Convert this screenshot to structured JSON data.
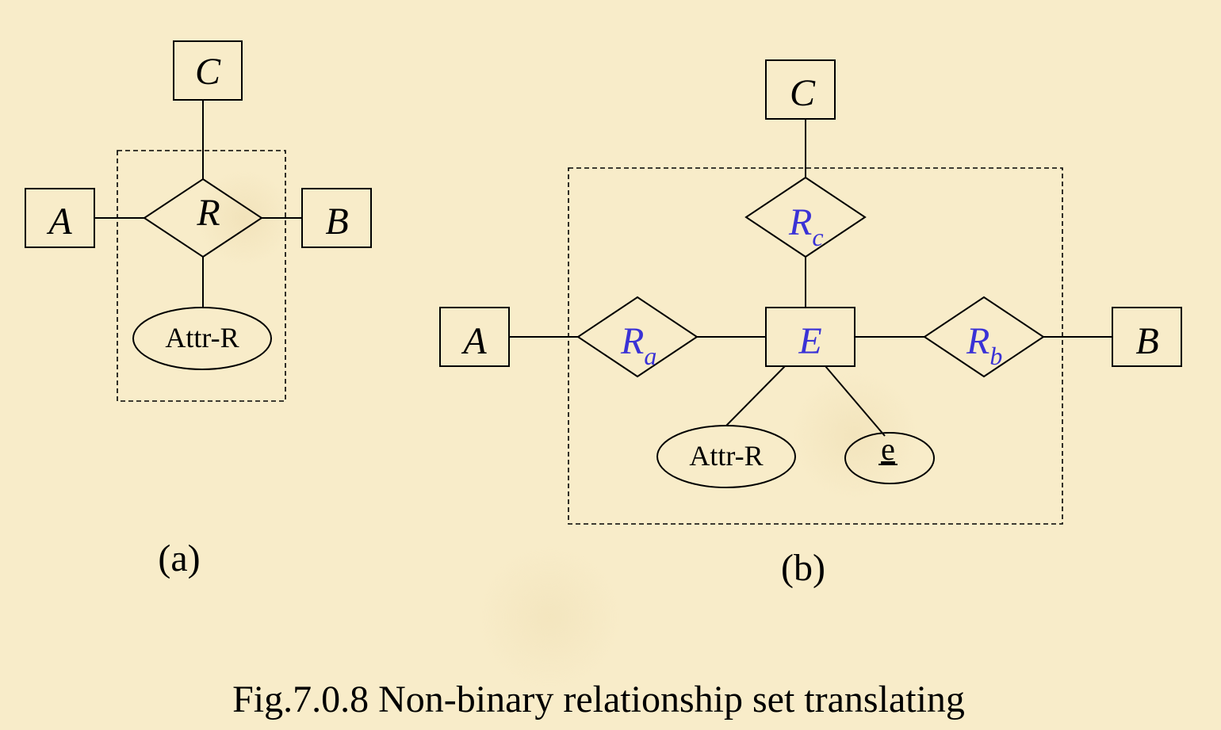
{
  "diagram_a": {
    "caption": "(a)",
    "entities": {
      "a": "A",
      "b": "B",
      "c": "C"
    },
    "relationship": "R",
    "attribute": "Attr-R"
  },
  "diagram_b": {
    "caption": "(b)",
    "entities": {
      "a": "A",
      "b": "B",
      "c": "C",
      "e": "E"
    },
    "relationships": {
      "ra": {
        "base": "R",
        "sub": "a"
      },
      "rb": {
        "base": "R",
        "sub": "b"
      },
      "rc": {
        "base": "R",
        "sub": "c"
      }
    },
    "attributes": {
      "attr": "Attr-R",
      "key": "e"
    }
  },
  "figure_caption": "Fig.7.0.8 Non-binary relationship set translating",
  "colors": {
    "background": "#f8ecc9",
    "accent": "#3a32d6"
  }
}
